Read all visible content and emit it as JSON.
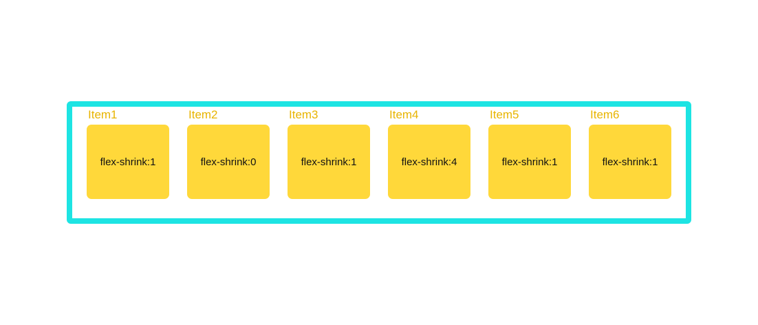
{
  "colors": {
    "container_border": "#1de4e3",
    "item_fill": "#ffd83a",
    "item_title": "#e8b400",
    "item_text": "#111111",
    "background": "#ffffff"
  },
  "items": [
    {
      "title": "Item1",
      "label": "flex-shrink:1"
    },
    {
      "title": "Item2",
      "label": "flex-shrink:0"
    },
    {
      "title": "Item3",
      "label": "flex-shrink:1"
    },
    {
      "title": "Item4",
      "label": "flex-shrink:4"
    },
    {
      "title": "Item5",
      "label": "flex-shrink:1"
    },
    {
      "title": "Item6",
      "label": "flex-shrink:1"
    }
  ]
}
